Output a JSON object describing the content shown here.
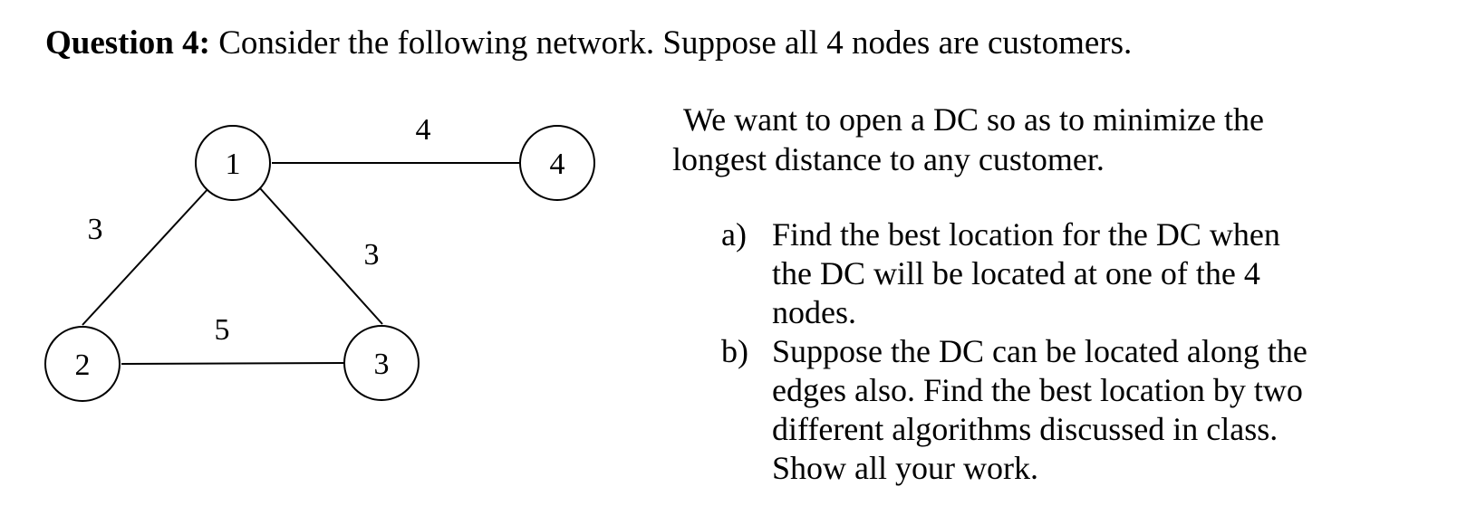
{
  "question": {
    "label": "Question 4:",
    "text": " Consider the following network. Suppose all 4 nodes are customers."
  },
  "network": {
    "nodes": [
      {
        "label": "1"
      },
      {
        "label": "2"
      },
      {
        "label": "3"
      },
      {
        "label": "4"
      }
    ],
    "edges": [
      {
        "from": "1",
        "to": "4",
        "weight": "4"
      },
      {
        "from": "1",
        "to": "2",
        "weight": "3"
      },
      {
        "from": "1",
        "to": "3",
        "weight": "3"
      },
      {
        "from": "2",
        "to": "3",
        "weight": "5"
      }
    ]
  },
  "intro": {
    "line1": "We want to open a DC so as to minimize the",
    "line2": "longest distance to any customer."
  },
  "parts": [
    {
      "marker": "a)",
      "text": "Find the best location for the DC when the DC will be located at one of the 4 nodes."
    },
    {
      "marker": "b)",
      "text": "Suppose the DC can be located along the edges also. Find the best location by two different algorithms discussed in class. Show all your work."
    }
  ]
}
